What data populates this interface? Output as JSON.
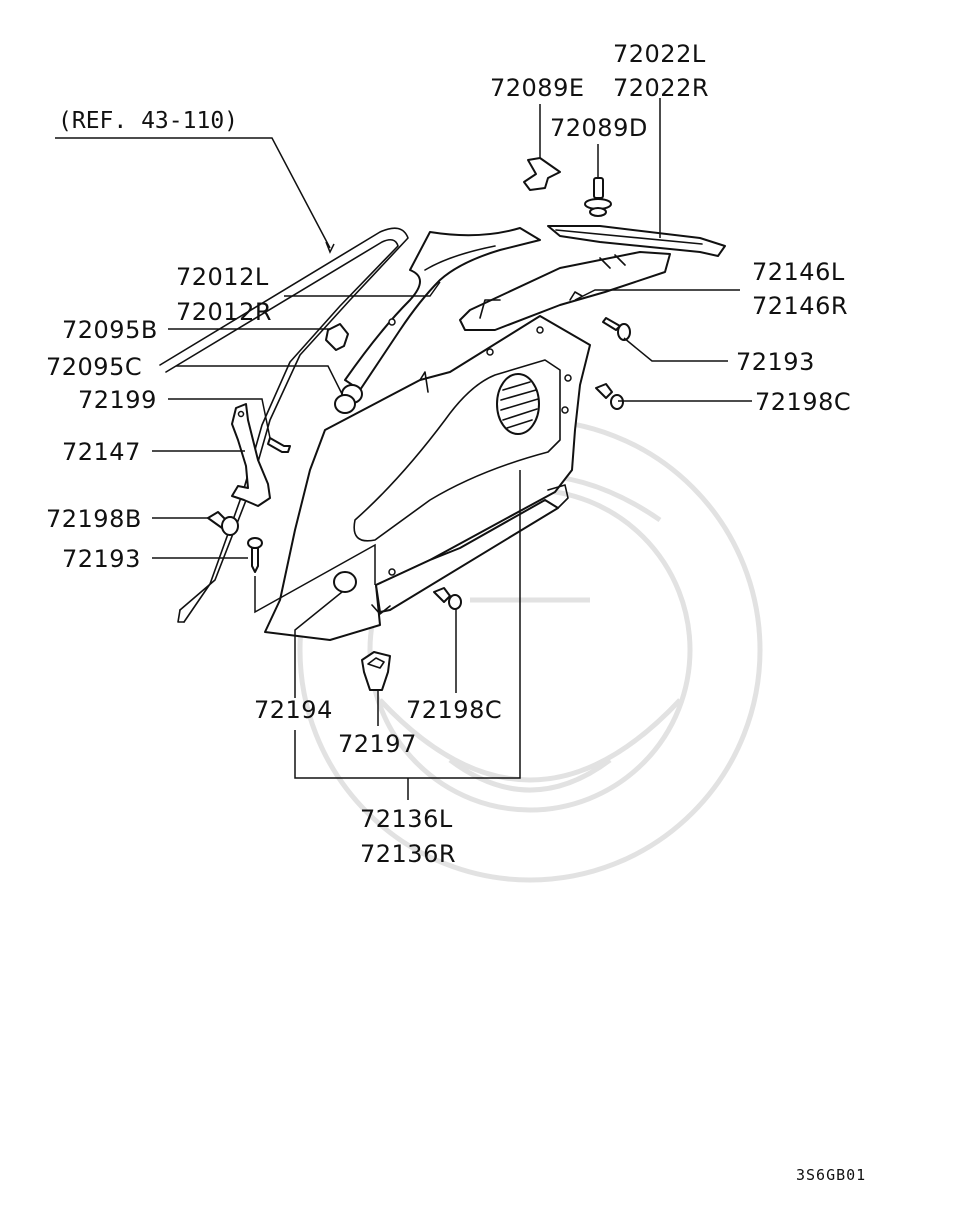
{
  "reference": "(REF. 43-110)",
  "diagram_code": "3S6GB01",
  "callouts": {
    "p72022": [
      "72022L",
      "72022R"
    ],
    "p72089E": "72089E",
    "p72089D": "72089D",
    "p72012": [
      "72012L",
      "72012R"
    ],
    "p72146": [
      "72146L",
      "72146R"
    ],
    "p72095B": "72095B",
    "p72095C": "72095C",
    "p72193_right": "72193",
    "p72199": "72199",
    "p72198C_right": "72198C",
    "p72147": "72147",
    "p72198B": "72198B",
    "p72193_left": "72193",
    "p72194": "72194",
    "p72197": "72197",
    "p72198C_bottom": "72198C",
    "p72136": [
      "72136L",
      "72136R"
    ]
  }
}
